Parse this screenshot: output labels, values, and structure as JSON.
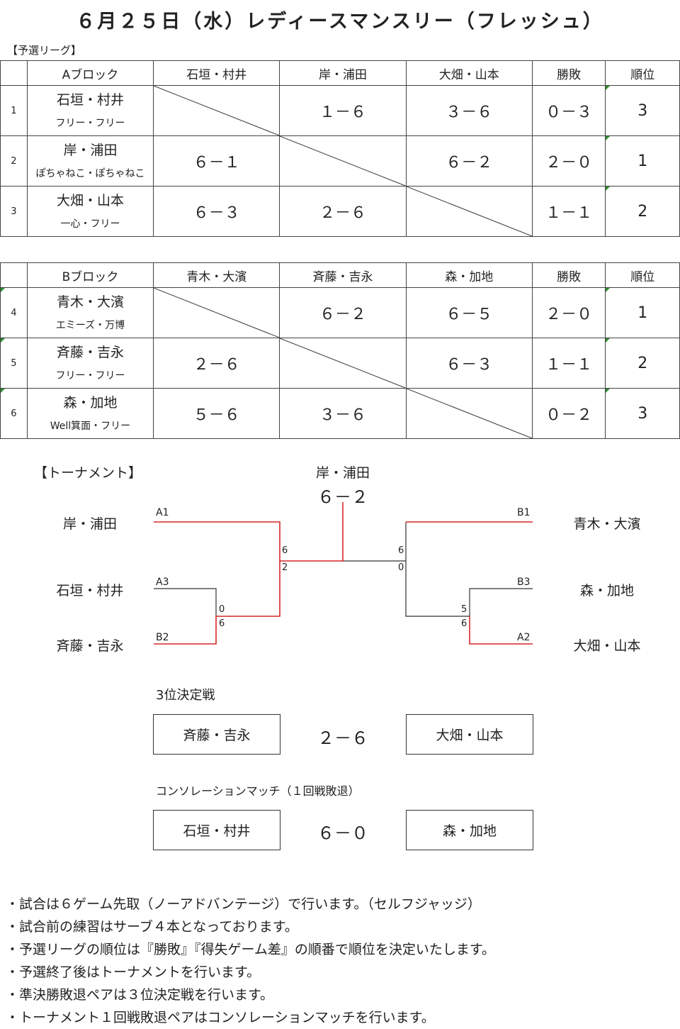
{
  "title": "６月２５日（水）レディースマンスリー（フレッシュ）",
  "league_label": "【予選リーグ】",
  "header_labels": {
    "record": "勝敗",
    "rank": "順位"
  },
  "block_a": {
    "name": "Aブロック",
    "columns": [
      "石垣・村井",
      "岸・浦田",
      "大畑・山本"
    ],
    "rows": [
      {
        "num": "1",
        "pair": "石垣・村井",
        "club": "フリー・フリー",
        "scores": [
          "",
          "１－６",
          "３－６"
        ],
        "record": "０－３",
        "rank": "3"
      },
      {
        "num": "2",
        "pair": "岸・浦田",
        "club": "ぽちゃねこ・ぽちゃねこ",
        "scores": [
          "６－１",
          "",
          "６－２"
        ],
        "record": "２－０",
        "rank": "1"
      },
      {
        "num": "3",
        "pair": "大畑・山本",
        "club": "一心・フリー",
        "scores": [
          "６－３",
          "２－６",
          ""
        ],
        "record": "１－１",
        "rank": "2"
      }
    ]
  },
  "block_b": {
    "name": "Bブロック",
    "columns": [
      "青木・大濱",
      "斉藤・吉永",
      "森・加地"
    ],
    "rows": [
      {
        "num": "4",
        "pair": "青木・大濱",
        "club": "エミーズ・万博",
        "scores": [
          "",
          "６－２",
          "６－５"
        ],
        "record": "２－０",
        "rank": "1"
      },
      {
        "num": "5",
        "pair": "斉藤・吉永",
        "club": "フリー・フリー",
        "scores": [
          "２－６",
          "",
          "６－３"
        ],
        "record": "１－１",
        "rank": "2"
      },
      {
        "num": "6",
        "pair": "森・加地",
        "club": "Well箕面・フリー",
        "scores": [
          "５－６",
          "３－６",
          ""
        ],
        "record": "０－２",
        "rank": "3"
      }
    ]
  },
  "tournament": {
    "label": "【トーナメント】",
    "champion": "岸・浦田",
    "final_score": "６－２",
    "left": [
      {
        "seed": "A1",
        "name": "岸・浦田"
      },
      {
        "seed": "A3",
        "name": "石垣・村井"
      },
      {
        "seed": "B2",
        "name": "斉藤・吉永"
      }
    ],
    "right": [
      {
        "seed": "B1",
        "name": "青木・大濱"
      },
      {
        "seed": "B3",
        "name": "森・加地"
      },
      {
        "seed": "A2",
        "name": "大畑・山本"
      }
    ],
    "scores": {
      "left_semi_top": "6",
      "left_semi_bottom": "2",
      "left_qf_top": "0",
      "left_qf_bottom": "6",
      "right_semi_top": "6",
      "right_semi_bottom": "0",
      "right_qf_top": "5",
      "right_qf_bottom": "6"
    },
    "bracket_colors": {
      "winner": "#d62728",
      "loser": "#333333"
    }
  },
  "third_place": {
    "label": "3位決定戦",
    "left": "斉藤・吉永",
    "score": "２－６",
    "right": "大畑・山本"
  },
  "consolation": {
    "label": "コンソレーションマッチ（１回戦敗退）",
    "left": "石垣・村井",
    "score": "６－０",
    "right": "森・加地"
  },
  "notes": [
    "・試合は６ゲーム先取（ノーアドバンテージ）で行います。（セルフジャッジ）",
    "・試合前の練習はサーブ４本となっております。",
    "・予選リーグの順位は『勝敗』『得失ゲーム差』の順番で順位を決定いたします。",
    "・予選終了後はトーナメントを行います。",
    "・準決勝敗退ペアは３位決定戦を行います。",
    "・トーナメント１回戦敗退ペアはコンソレーションマッチを行います。"
  ]
}
